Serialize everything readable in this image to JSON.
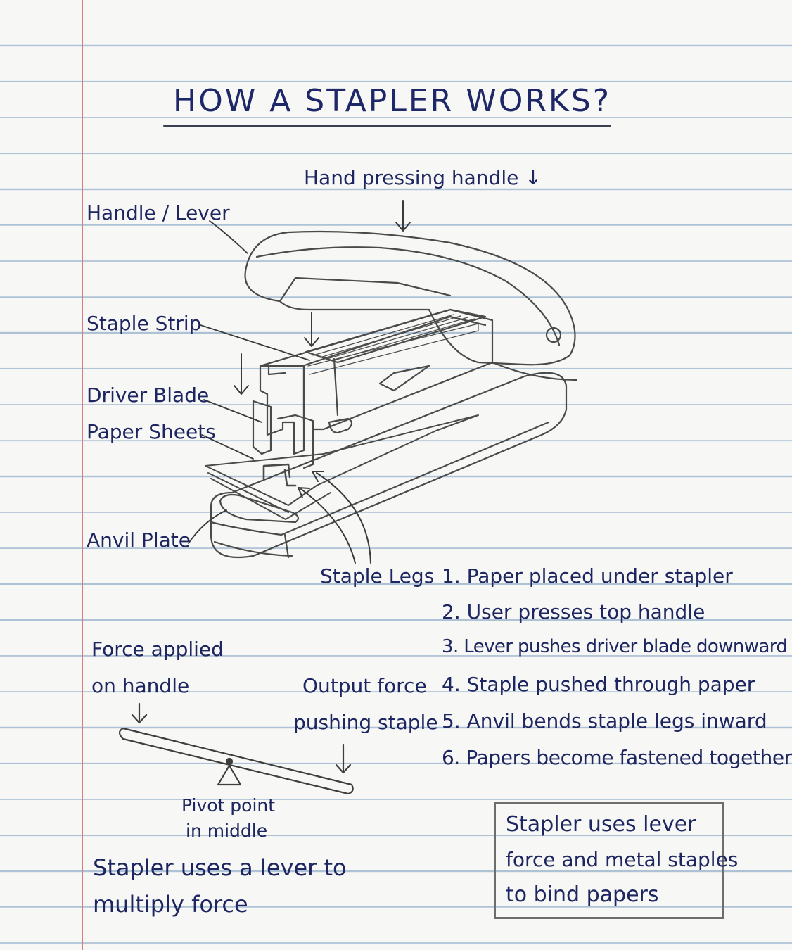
{
  "title": "HOW A STAPLER WORKS?",
  "labels": {
    "hand_pressing": "Hand pressing handle ↓",
    "handle_lever": "Handle / Lever",
    "staple_strip": "Staple Strip",
    "driver_blade": "Driver Blade",
    "paper_sheets": "Paper Sheets",
    "anvil_plate": "Anvil Plate",
    "staple_legs": "Staple Legs"
  },
  "steps": [
    "1. Paper placed under stapler",
    "2. User presses top handle",
    "3. Lever pushes driver blade downward",
    "4. Staple pushed through paper",
    "5. Anvil bends staple legs inward",
    "6. Papers become fastened together"
  ],
  "lever_diagram": {
    "force_line1": "Force applied",
    "force_line2": "on handle",
    "output_line1": "Output force",
    "output_line2": "pushing staple",
    "pivot_line1": "Pivot point",
    "pivot_line2": "in middle"
  },
  "summary": {
    "line1": "Stapler uses a lever to",
    "line2": "multiply force"
  },
  "note": {
    "line1": "Stapler uses lever",
    "line2": "force and metal staples",
    "line3": "to bind papers"
  },
  "colors": {
    "ink": "#1d2660",
    "pencil": "#4a4a4a",
    "ruled_line": "#aec2d6",
    "margin_line": "#d97c80",
    "paper": "#f7f7f5"
  }
}
